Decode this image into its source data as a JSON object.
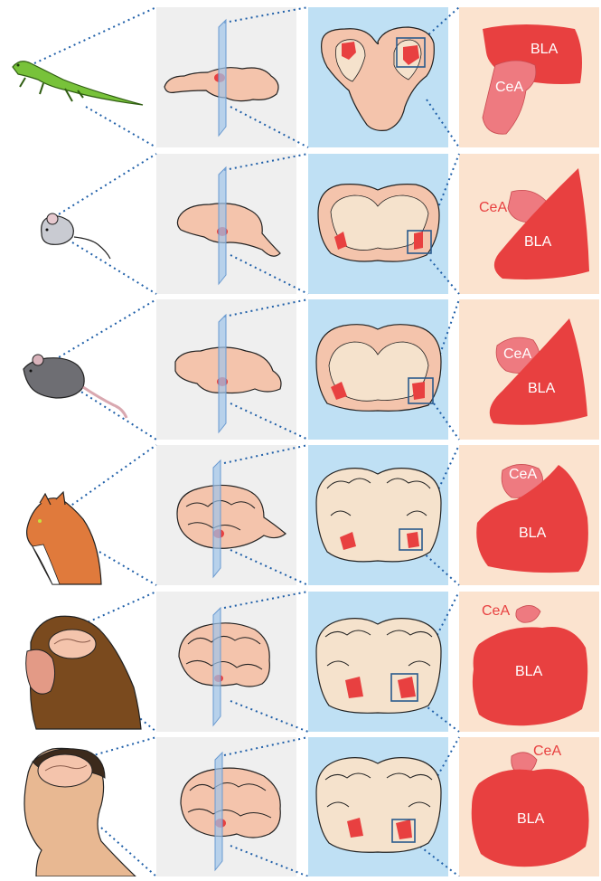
{
  "colors": {
    "brain_panel_bg": "#efefef",
    "section_panel_bg": "#bfe0f4",
    "amygdala_panel_bg": "#fbe3cf",
    "tissue": "#f4c4ac",
    "tissue_light": "#f5e2cc",
    "bla_red": "#e84040",
    "cea_pink": "#ee7a80",
    "plane_blue": "#9fc4ea",
    "dot_blue": "#1f5fa8",
    "box_blue": "#2a5a8c"
  },
  "rows": [
    {
      "species": "lizard-icon",
      "bla_label": "BLA",
      "cea_label": "CeA"
    },
    {
      "species": "mouse-icon",
      "bla_label": "BLA",
      "cea_label": "CeA"
    },
    {
      "species": "rat-icon",
      "bla_label": "BLA",
      "cea_label": "CeA"
    },
    {
      "species": "cat-icon",
      "bla_label": "BLA",
      "cea_label": "CeA"
    },
    {
      "species": "monkey-icon",
      "bla_label": "BLA",
      "cea_label": "CeA"
    },
    {
      "species": "human-icon",
      "bla_label": "BLA",
      "cea_label": "CeA"
    }
  ]
}
